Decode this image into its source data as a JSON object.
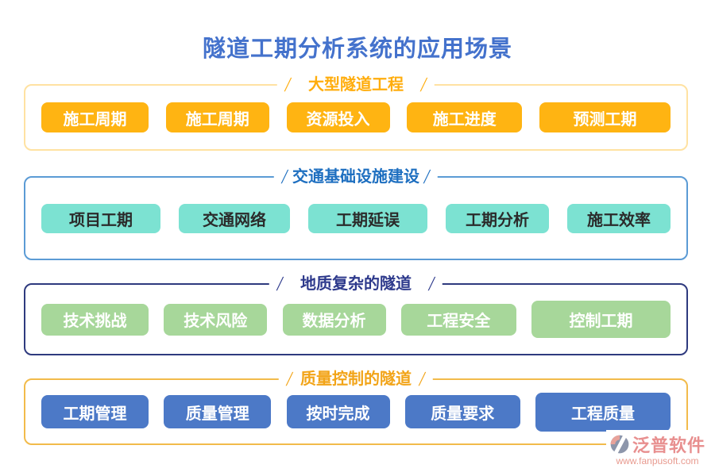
{
  "page_title": "隧道工期分析系统的应用场景",
  "decor": {
    "slash": "/"
  },
  "sections": [
    {
      "title": "大型隧道工程",
      "accent_color": "#ffb412",
      "border_color": "#ffe2a2",
      "title_color": "#ffad0d",
      "buttons": [
        {
          "label": "施工周期"
        },
        {
          "label": "施工周期"
        },
        {
          "label": "资源投入"
        },
        {
          "label": "施工进度"
        },
        {
          "label": "预测工期"
        }
      ]
    },
    {
      "title": "交通基础设施建设",
      "accent_color": "#7ce2d2",
      "border_color": "#5b9bd5",
      "title_color": "#1e6fc0",
      "buttons": [
        {
          "label": "项目工期"
        },
        {
          "label": "交通网络"
        },
        {
          "label": "工期延误"
        },
        {
          "label": "工期分析"
        },
        {
          "label": "施工效率"
        }
      ]
    },
    {
      "title": "地质复杂的隧道",
      "accent_color": "#a7d79a",
      "border_color": "#2e3a7e",
      "title_color": "#2e3a8c",
      "buttons": [
        {
          "label": "技术挑战"
        },
        {
          "label": "技术风险"
        },
        {
          "label": "数据分析"
        },
        {
          "label": "工程安全"
        },
        {
          "label": "控制工期"
        }
      ]
    },
    {
      "title": "质量控制的隧道",
      "accent_color": "#4c79c7",
      "border_color": "#f2bb4b",
      "title_color": "#f2a418",
      "buttons": [
        {
          "label": "工期管理"
        },
        {
          "label": "质量管理"
        },
        {
          "label": "按时完成"
        },
        {
          "label": "质量要求"
        },
        {
          "label": "工程质量"
        }
      ]
    }
  ],
  "logo": {
    "company": "泛普软件",
    "website": "www.fanpusoft.com"
  }
}
